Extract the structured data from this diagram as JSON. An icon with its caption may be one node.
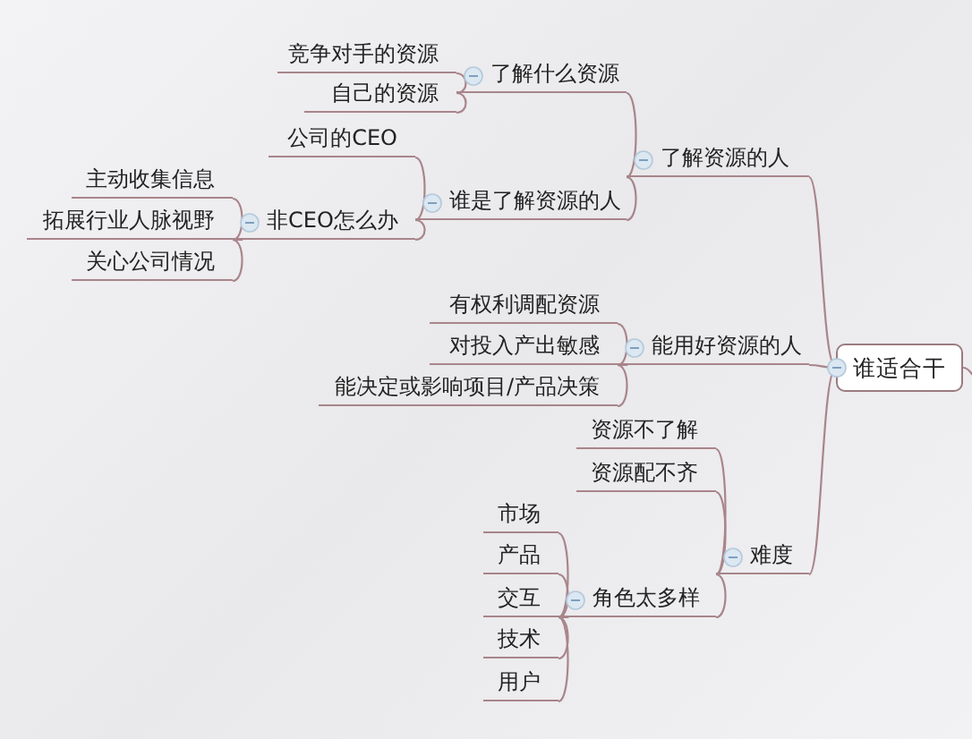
{
  "diagram": {
    "nodes": [
      {
        "text": [
          "谁适合干"
        ]
      },
      {
        "text": [
          "了解资源的人"
        ]
      },
      {
        "text": [
          "了解什么资源"
        ]
      },
      {
        "text": [
          "竞争对手的资源"
        ]
      },
      {
        "text": [
          "自己的资源"
        ]
      },
      {
        "text": [
          "谁是了解资源的人"
        ]
      },
      {
        "text": [
          "公司的CEO"
        ]
      },
      {
        "text": [
          "非CEO怎么办"
        ]
      },
      {
        "text": [
          "主动收集信息"
        ]
      },
      {
        "text": [
          "拓展行业人脉视野"
        ]
      },
      {
        "text": [
          "关心公司情况"
        ]
      },
      {
        "text": [
          "能用好资源的人"
        ]
      },
      {
        "text": [
          "有权利调配资源"
        ]
      },
      {
        "text": [
          "对投入产出敏感"
        ]
      },
      {
        "text": [
          "能决定或影响项目/产品决策"
        ]
      },
      {
        "text": [
          "难度"
        ]
      },
      {
        "text": [
          "资源不了解"
        ]
      },
      {
        "text": [
          "资源配不齐"
        ]
      },
      {
        "text": [
          "角色太多样"
        ]
      },
      {
        "text": [
          "市场"
        ]
      },
      {
        "text": [
          "产品"
        ]
      },
      {
        "text": [
          "交互"
        ]
      },
      {
        "text": [
          "技术"
        ]
      },
      {
        "text": [
          "用户"
        ]
      }
    ],
    "edges": [
      {
        "from": 0,
        "to": null,
        "arrow": "none"
      },
      {
        "from": 0,
        "to": 1,
        "arrow": "none"
      },
      {
        "from": 1,
        "to": 2,
        "arrow": "none"
      },
      {
        "from": 2,
        "to": 3,
        "arrow": "none"
      },
      {
        "from": 2,
        "to": 4,
        "arrow": "none"
      },
      {
        "from": 1,
        "to": 5,
        "arrow": "none"
      },
      {
        "from": 5,
        "to": 6,
        "arrow": "none"
      },
      {
        "from": 5,
        "to": 7,
        "arrow": "none"
      },
      {
        "from": 7,
        "to": 8,
        "arrow": "none"
      },
      {
        "from": 7,
        "to": 9,
        "arrow": "none"
      },
      {
        "from": 7,
        "to": 10,
        "arrow": "none"
      },
      {
        "from": 0,
        "to": 11,
        "arrow": "none"
      },
      {
        "from": 11,
        "to": 12,
        "arrow": "none"
      },
      {
        "from": 11,
        "to": 13,
        "arrow": "none"
      },
      {
        "from": 11,
        "to": 14,
        "arrow": "none"
      },
      {
        "from": 0,
        "to": 15,
        "arrow": "none"
      },
      {
        "from": 15,
        "to": 16,
        "arrow": "none"
      },
      {
        "from": 15,
        "to": 17,
        "arrow": "none"
      },
      {
        "from": 15,
        "to": 18,
        "arrow": "none"
      },
      {
        "from": 18,
        "to": 19,
        "arrow": "none"
      },
      {
        "from": 18,
        "to": 20,
        "arrow": "none"
      },
      {
        "from": 18,
        "to": 21,
        "arrow": "none"
      },
      {
        "from": 18,
        "to": 22,
        "arrow": "none"
      },
      {
        "from": 18,
        "to": 23,
        "arrow": "none"
      }
    ]
  }
}
